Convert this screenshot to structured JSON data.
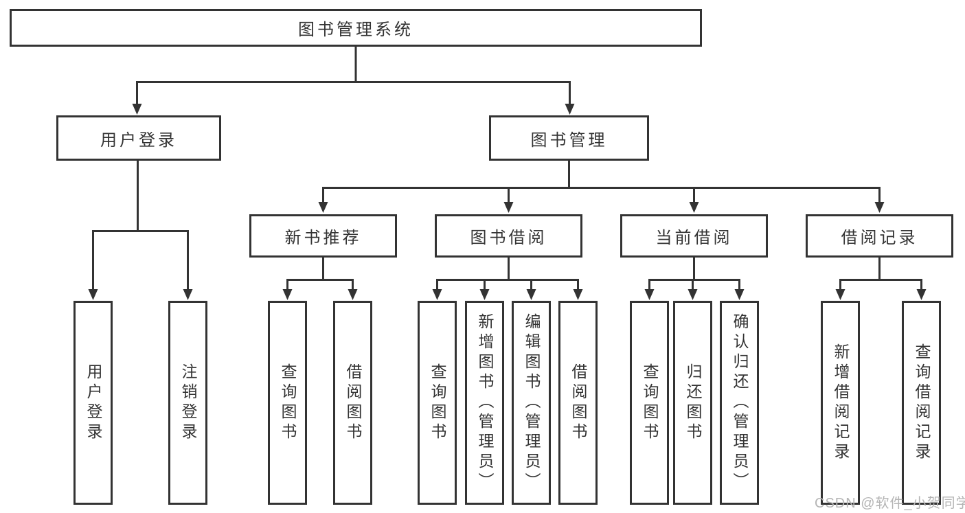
{
  "tree": {
    "root": "图书管理系统",
    "branches": [
      {
        "label": "用户登录",
        "leaves": [
          "用户登录",
          "注销登录"
        ]
      },
      {
        "label": "图书管理",
        "sections": [
          {
            "label": "新书推荐",
            "leaves": [
              "查询图书",
              "借阅图书"
            ]
          },
          {
            "label": "图书借阅",
            "leaves": [
              "查询图书",
              "新增图书（管理员）",
              "编辑图书（管理员）",
              "借阅图书"
            ]
          },
          {
            "label": "当前借阅",
            "leaves": [
              "查询图书",
              "归还图书",
              "确认归还（管理员）"
            ]
          },
          {
            "label": "借阅记录",
            "leaves": [
              "新增借阅记录",
              "查询借阅记录"
            ]
          }
        ]
      }
    ]
  },
  "watermark": "CSDN @软件_小贺同学",
  "colors": {
    "line": "#333333",
    "text": "#333333",
    "watermark": "#b5b5b5",
    "background": "#ffffff"
  }
}
